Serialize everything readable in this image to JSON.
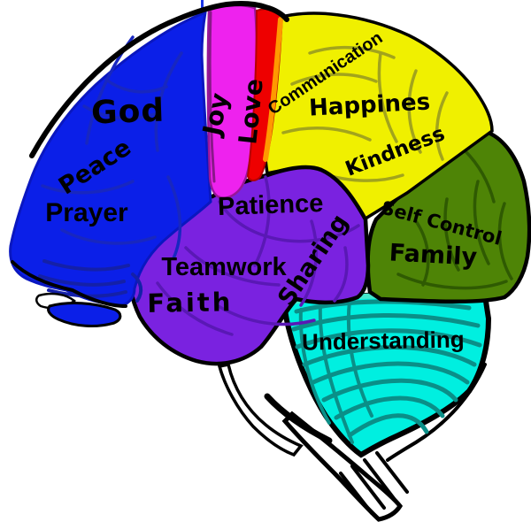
{
  "background": "#ffffff",
  "outline_color": "#000000",
  "labels": {
    "god": "God",
    "peace": "Peace",
    "prayer": "Prayer",
    "joy": "Joy",
    "love": "Love",
    "communication": "Communication",
    "happines": "Happines",
    "kindness": "Kindness",
    "patience": "Patience",
    "sharing": "Sharing",
    "self_control": "Self Control",
    "family": "Family",
    "teamwork": "Teamwork",
    "faith": "Faith",
    "understanding": "Understanding"
  },
  "regions": [
    {
      "name": "frontal-lobe",
      "fill": "#0b1fe8",
      "sulci": "#1827c0",
      "labels": [
        "God",
        "Peace",
        "Prayer"
      ]
    },
    {
      "name": "joy-band",
      "fill": "#ee22ee",
      "sulci": "#991699",
      "labels": [
        "Joy"
      ]
    },
    {
      "name": "love-band",
      "fill": "#ee0000",
      "sulci": "#ff9900",
      "labels": [
        "Love"
      ]
    },
    {
      "name": "parietal-lobe",
      "fill": "#f0f000",
      "sulci": "#a2a41c",
      "labels": [
        "Communication",
        "Happines",
        "Kindness"
      ]
    },
    {
      "name": "temporal-lobe",
      "fill": "#7a22e0",
      "sulci": "#5a18b5",
      "labels": [
        "Patience",
        "Teamwork",
        "Faith",
        "Sharing"
      ]
    },
    {
      "name": "occipital-lobe",
      "fill": "#4e8406",
      "sulci": "#2f5a02",
      "labels": [
        "Self Control",
        "Family"
      ]
    },
    {
      "name": "cerebellum",
      "fill": "#00efe0",
      "sulci": "#0a8f88",
      "labels": [
        "Understanding"
      ]
    },
    {
      "name": "brainstem",
      "fill": "#ffffff",
      "sulci": "#000000",
      "labels": []
    }
  ]
}
